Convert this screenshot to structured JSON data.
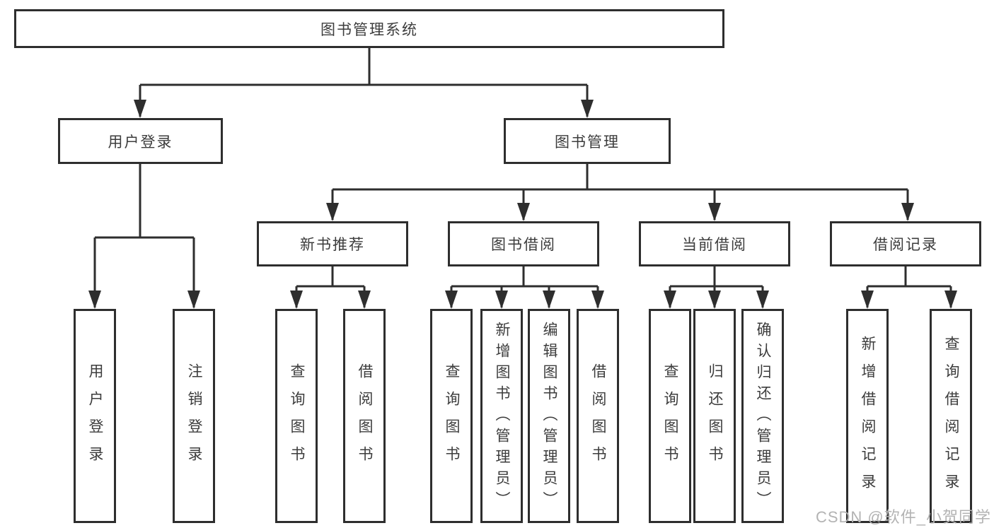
{
  "diagram_type": "hierarchical-tree",
  "tree": {
    "label": "图书管理系统",
    "children": [
      {
        "label": "用户登录",
        "children": [
          {
            "label": "用户登录"
          },
          {
            "label": "注销登录"
          }
        ]
      },
      {
        "label": "图书管理",
        "children": [
          {
            "label": "新书推荐",
            "children": [
              {
                "label": "查询图书"
              },
              {
                "label": "借阅图书"
              }
            ]
          },
          {
            "label": "图书借阅",
            "children": [
              {
                "label": "查询图书"
              },
              {
                "label": "新增图书（管理员）"
              },
              {
                "label": "编辑图书（管理员）"
              },
              {
                "label": "借阅图书"
              }
            ]
          },
          {
            "label": "当前借阅",
            "children": [
              {
                "label": "查询图书"
              },
              {
                "label": "归还图书"
              },
              {
                "label": "确认归还（管理员）"
              }
            ]
          },
          {
            "label": "借阅记录",
            "children": [
              {
                "label": "新增借阅记录"
              },
              {
                "label": "查询借阅记录"
              }
            ]
          }
        ]
      }
    ]
  },
  "watermark": {
    "text": "CSDN @软件_小贺同学",
    "color": "#b3b3b3"
  },
  "colors": {
    "line": "#2e2e2e",
    "box_border": "#2e2e2e",
    "text": "#3c3c3c",
    "background": "#ffffff"
  }
}
